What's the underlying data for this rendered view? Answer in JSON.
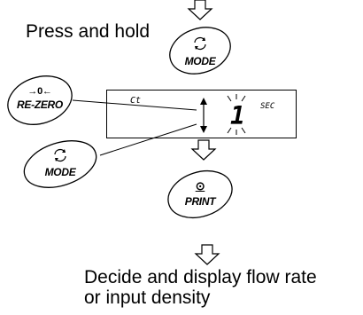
{
  "instructions": {
    "press_and_hold": "Press and hold",
    "decide_line1": "Decide and display flow rate",
    "decide_line2": "or input density"
  },
  "keys": {
    "mode_top": "MODE",
    "rezero_symbol": "→0←",
    "rezero": "RE-ZERO",
    "mode_left": "MODE",
    "print_symbol": "⊙",
    "print": "PRINT"
  },
  "display": {
    "left_indicator": "Ct",
    "right_unit": "SEC",
    "digit": "1"
  },
  "icons": {
    "mode_icon": "rotate-arrows-icon",
    "flow_arrow": "down-arrow-icon",
    "print_icon": "print-icon"
  }
}
